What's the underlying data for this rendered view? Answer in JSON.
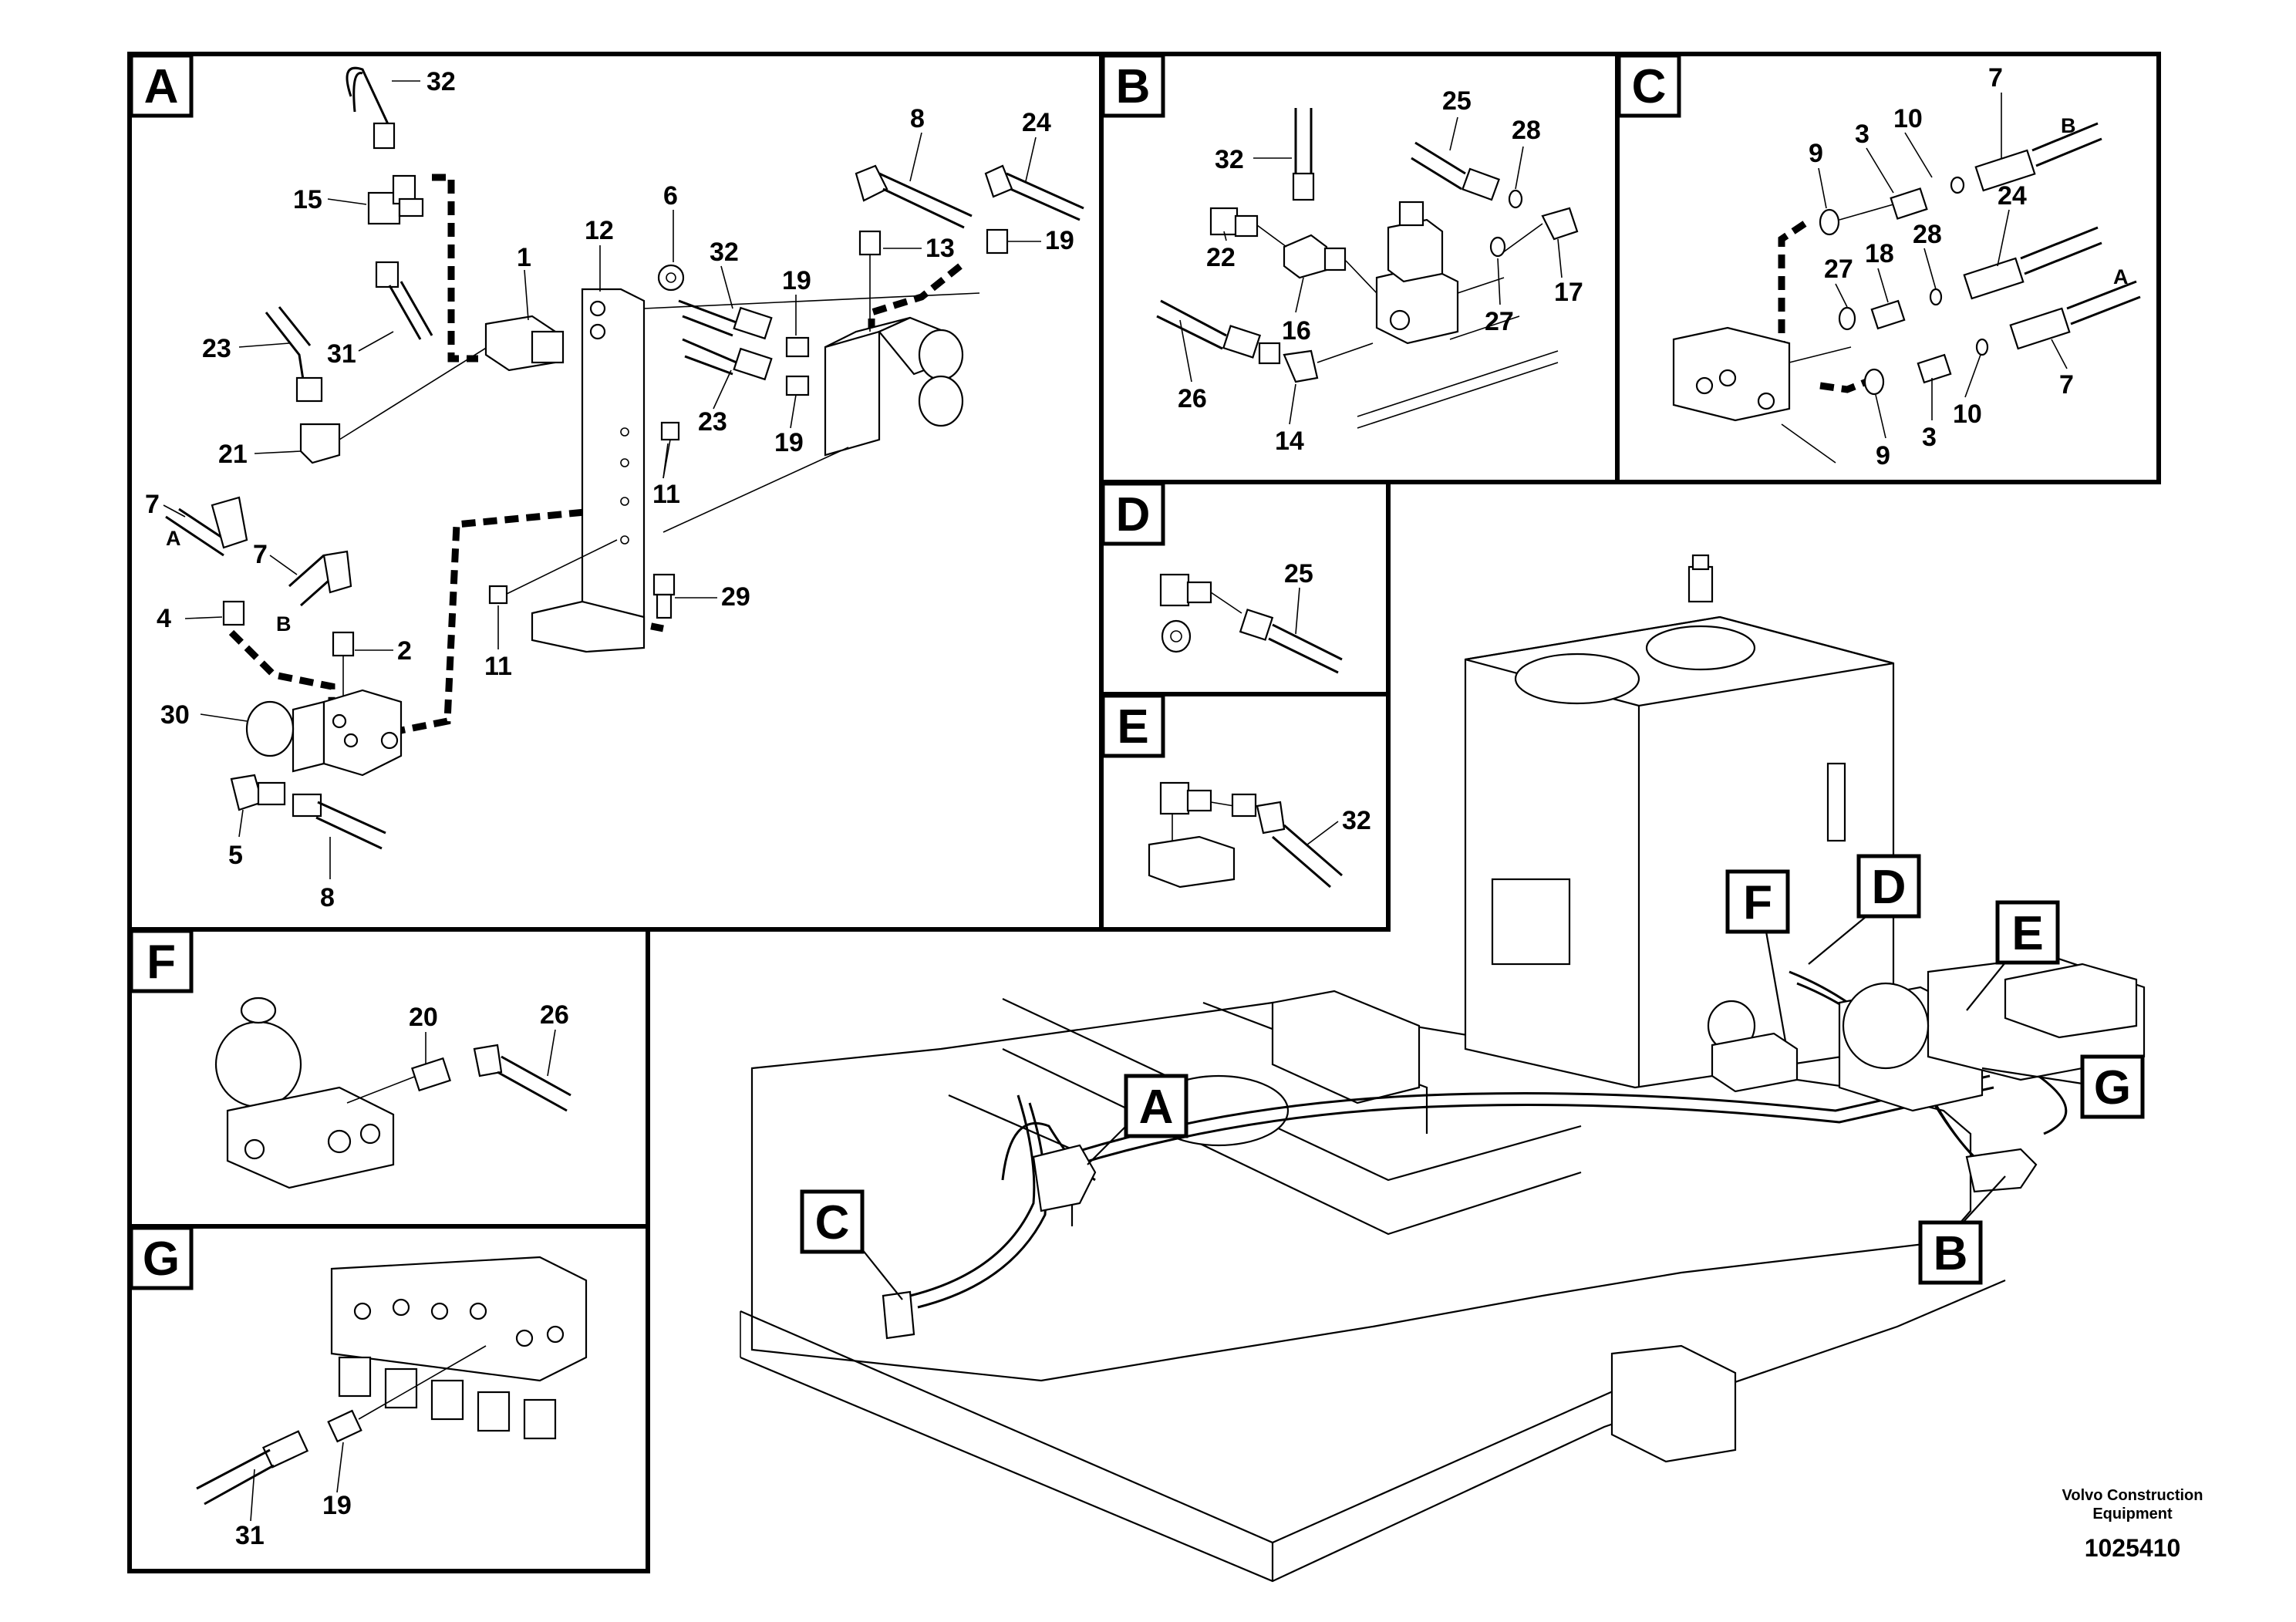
{
  "detail_views": [
    {
      "id": "A",
      "label": "A"
    },
    {
      "id": "B",
      "label": "B"
    },
    {
      "id": "C",
      "label": "C"
    },
    {
      "id": "D",
      "label": "D"
    },
    {
      "id": "E",
      "label": "E"
    },
    {
      "id": "F",
      "label": "F"
    },
    {
      "id": "G",
      "label": "G"
    }
  ],
  "overview_callouts": {
    "A": "A",
    "B": "B",
    "C": "C",
    "D": "D",
    "E": "E",
    "F": "F",
    "G": "G"
  },
  "part_numbers": {
    "view_A": [
      "32",
      "15",
      "23",
      "31",
      "21",
      "1",
      "12",
      "6",
      "32",
      "19",
      "23",
      "19",
      "8",
      "13",
      "24",
      "19",
      "11",
      "29",
      "11",
      "7",
      "A",
      "7",
      "B",
      "4",
      "2",
      "30",
      "5",
      "8"
    ],
    "view_B": [
      "32",
      "22",
      "16",
      "26",
      "14",
      "25",
      "28",
      "17",
      "27"
    ],
    "view_C": [
      "9",
      "3",
      "10",
      "7",
      "B",
      "27",
      "18",
      "28",
      "24",
      "A",
      "7",
      "9",
      "3",
      "10"
    ],
    "view_D": [
      "25"
    ],
    "view_E": [
      "32"
    ],
    "view_F": [
      "20",
      "26"
    ],
    "view_G": [
      "31",
      "19"
    ]
  },
  "footer": {
    "brand_line1": "Volvo Construction",
    "brand_line2": "Equipment",
    "drawing_number": "1025410"
  }
}
